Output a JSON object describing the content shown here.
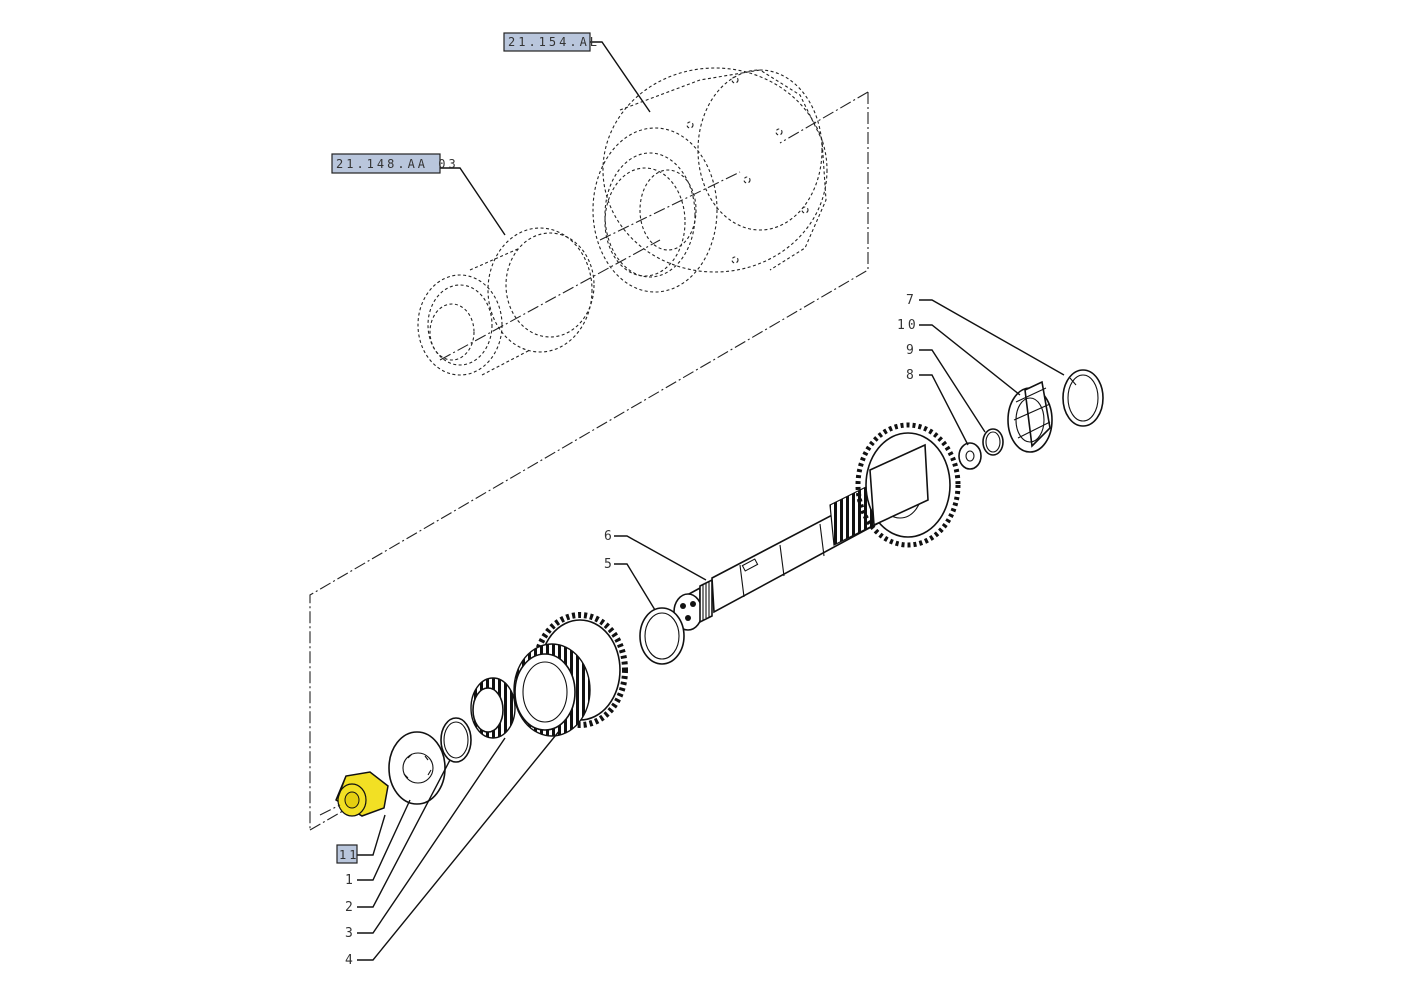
{
  "references": {
    "housing": "21.154.AL",
    "gears": "21.148.AA 03"
  },
  "callouts": {
    "c1": "1",
    "c2": "2",
    "c3": "3",
    "c4": "4",
    "c5": "5",
    "c6": "6",
    "c7": "7",
    "c8": "8",
    "c9": "9",
    "c10": "10",
    "c11": "11"
  },
  "colors": {
    "highlight_part": "#f2e024",
    "reference_box": "#b9c6dc"
  }
}
